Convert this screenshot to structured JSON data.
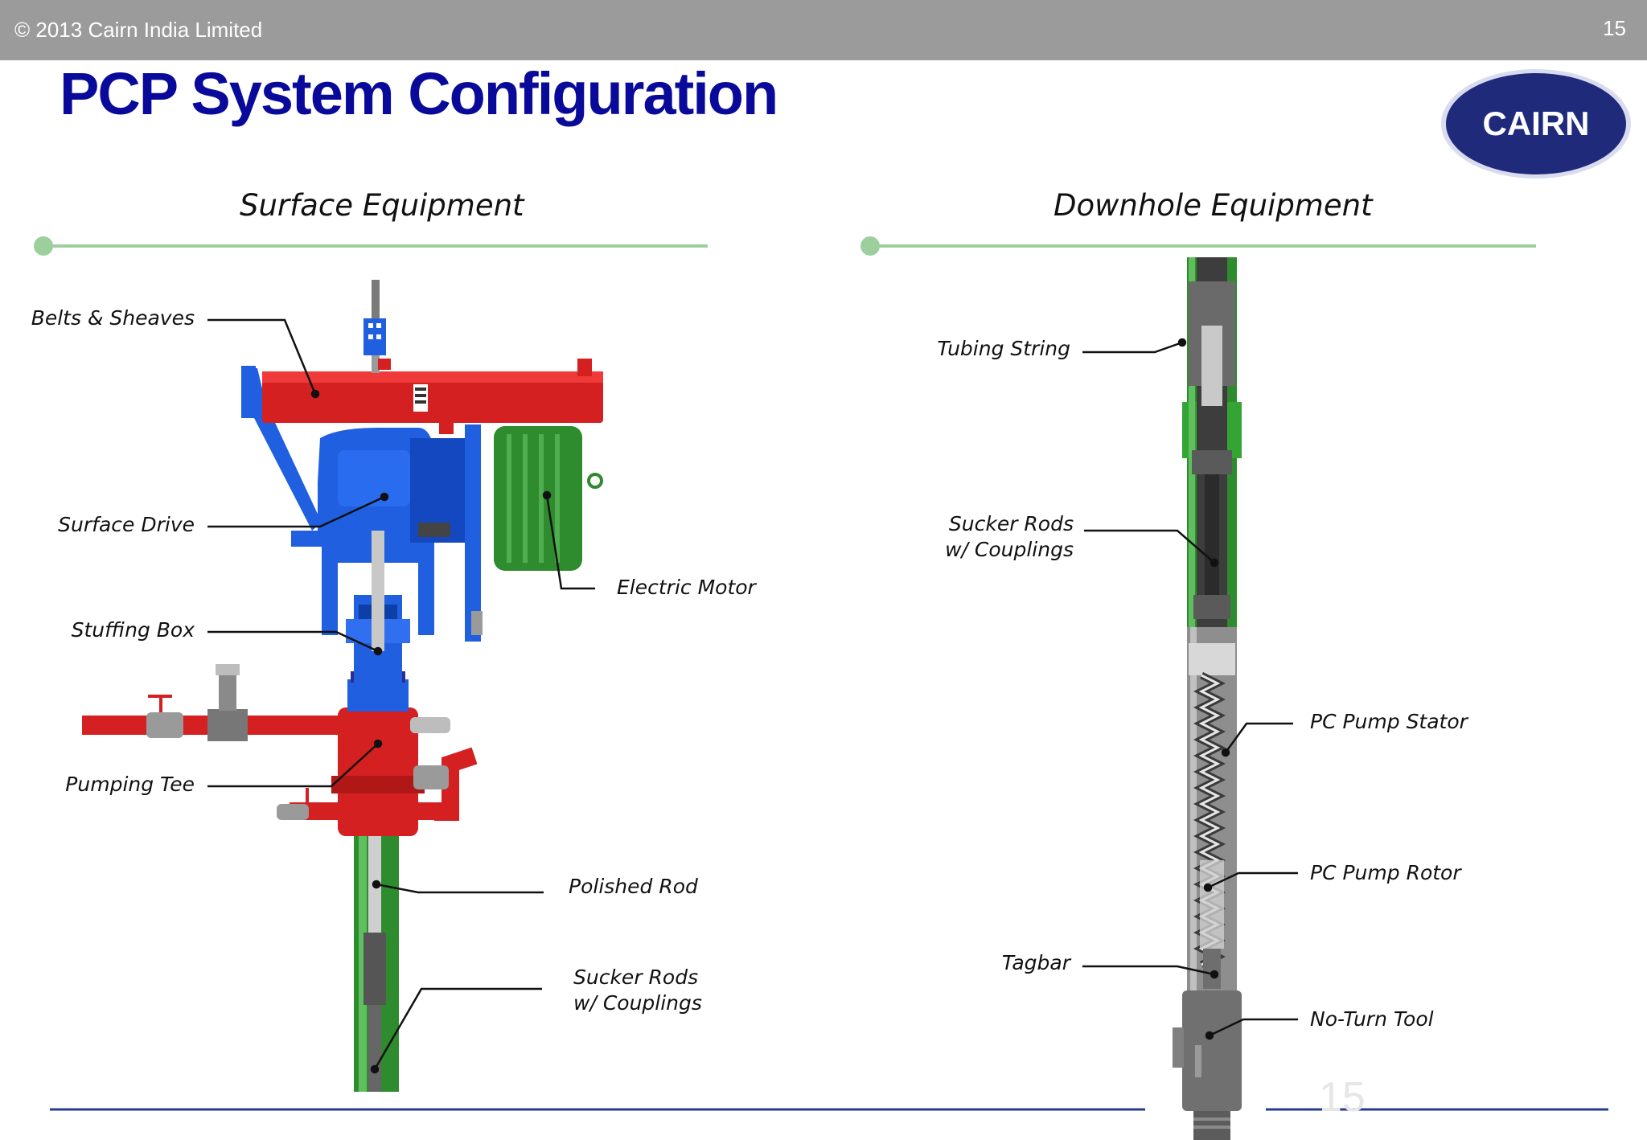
{
  "header": {
    "copyright": "© 2013 Cairn India Limited",
    "page_number": "15"
  },
  "title": "PCP System Configuration",
  "logo": {
    "text": "CAIRN",
    "color": "#1f2a7a"
  },
  "sections": {
    "surface": {
      "title": "Surface Equipment",
      "labels": {
        "belts": "Belts & Sheaves",
        "drive": "Surface Drive",
        "stuffing": "Stuffing Box",
        "tee": "Pumping Tee",
        "motor": "Electric Motor",
        "polished": "Polished Rod",
        "rods_1": "Sucker Rods",
        "rods_2": "w/ Couplings"
      }
    },
    "downhole": {
      "title": "Downhole Equipment",
      "labels": {
        "tubing": "Tubing String",
        "rods_1": "Sucker Rods",
        "rods_2": "w/ Couplings",
        "stator": "PC Pump Stator",
        "rotor": "PC Pump Rotor",
        "tagbar": "Tagbar",
        "noturn": "No-Turn Tool"
      }
    }
  },
  "watermark": "15",
  "colors": {
    "title": "#0a0a9a",
    "accent_line": "#9dcf9d",
    "footer_line": "#2a3a8c",
    "drive_blue": "#1f5fe0",
    "belt_red": "#e02020",
    "motor_green": "#2e8b2e"
  }
}
